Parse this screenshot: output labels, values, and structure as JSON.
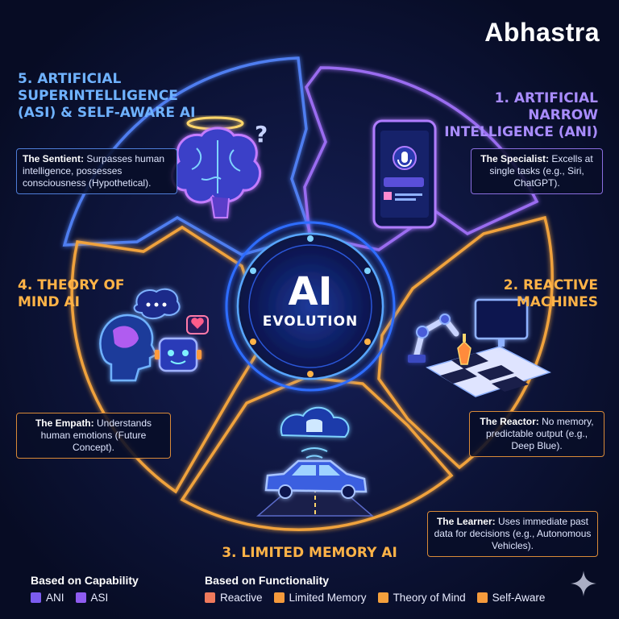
{
  "brand": "Abhastra",
  "center": {
    "big": "AI",
    "small": "EVOLUTION"
  },
  "stages": [
    {
      "id": "ani",
      "title": "1. ARTIFICIAL NARROW INTELLIGENCE (ANI)",
      "tag": "The Specialist:",
      "desc": " Excells at single tasks (e.g., Siri, ChatGPT).",
      "color": "#a98cff"
    },
    {
      "id": "reactive",
      "title": "2. REACTIVE MACHINES",
      "tag": "The Reactor:",
      "desc": " No memory, predictable output (e.g., Deep Blue).",
      "color": "#ffb347"
    },
    {
      "id": "limited",
      "title": "3. LIMITED MEMORY AI",
      "tag": "The Learner:",
      "desc": " Uses immediate past data for decisions (e.g., Autonomous Vehicles).",
      "color": "#ffb347"
    },
    {
      "id": "tom",
      "title": "4. THEORY OF MIND AI",
      "tag": "The Empath:",
      "desc": " Understands human emotions (Future Concept).",
      "color": "#ffb347"
    },
    {
      "id": "asi",
      "title": "5. ARTIFICIAL SUPERINTELLIGENCE (ASI) & SELF-AWARE AI",
      "tag": "The Sentient:",
      "desc": " Surpasses human intelligence, possesses consciousness (Hypothetical).",
      "color": "#6fb2ff"
    }
  ],
  "legend": {
    "capability": {
      "heading": "Based on Capability",
      "items": [
        {
          "label": "ANI",
          "color": "#7b5cf0"
        },
        {
          "label": "ASI",
          "color": "#8f5cf0"
        }
      ]
    },
    "functionality": {
      "heading": "Based on Functionality",
      "items": [
        {
          "label": "Reactive",
          "color": "#f07a5c"
        },
        {
          "label": "Limited Memory",
          "color": "#f59a3c"
        },
        {
          "label": "Theory of Mind",
          "color": "#f5a03c"
        },
        {
          "label": "Self-Aware",
          "color": "#f59a3c"
        }
      ]
    }
  },
  "icons": [
    "brain-icon",
    "question-mark-icon",
    "halo-icon",
    "smartphone-icon",
    "microphone-icon",
    "robot-arm-icon",
    "chess-board-icon",
    "chess-king-icon",
    "monitor-icon",
    "head-profile-icon",
    "speech-bubble-icon",
    "heart-icon",
    "robot-face-icon",
    "cloud-database-icon",
    "car-icon",
    "road-icon",
    "sparkle-icon"
  ]
}
